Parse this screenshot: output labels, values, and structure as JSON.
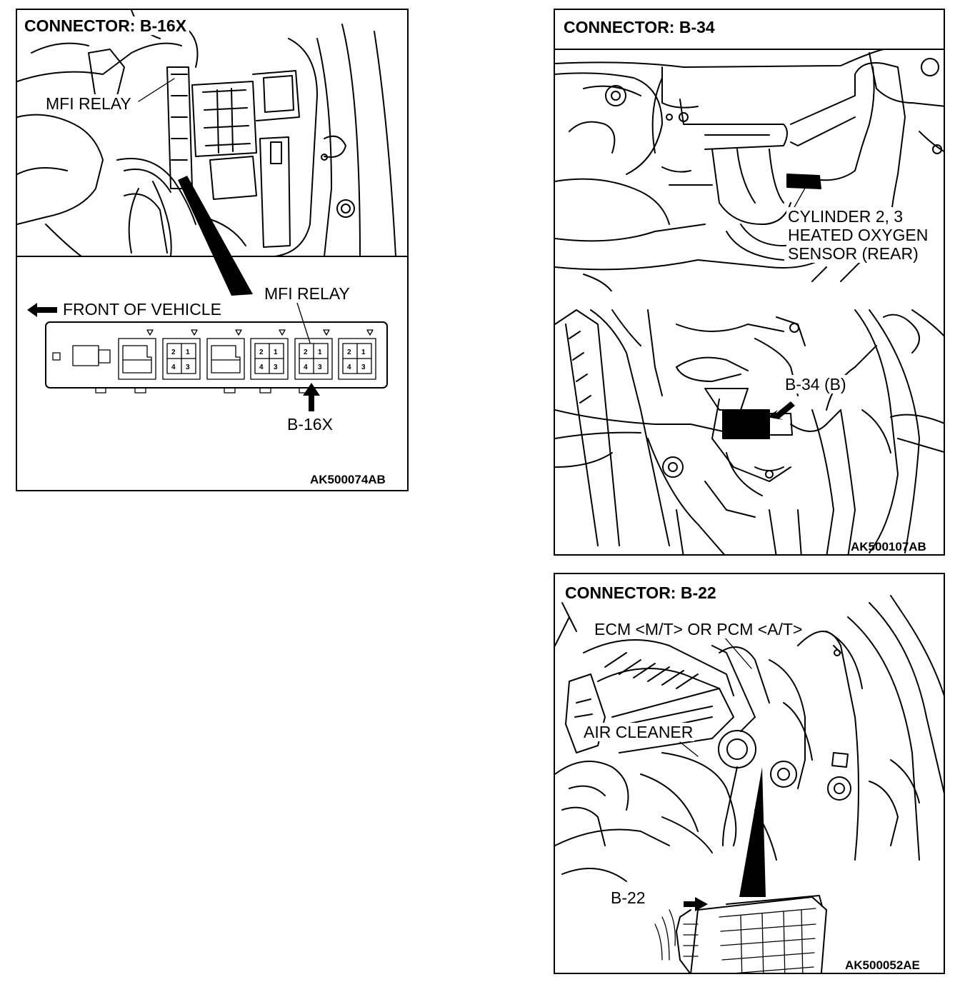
{
  "panels": [
    {
      "title": "CONNECTOR: B-16X",
      "code": "AK500074AB",
      "labels": {
        "relay_top": "MFI RELAY",
        "relay_bottom": "MFI RELAY",
        "front": "FRONT OF VEHICLE",
        "connector": "B-16X"
      },
      "pin_numbers": [
        "2",
        "1",
        "4",
        "3"
      ]
    },
    {
      "title": "CONNECTOR: B-34",
      "code": "AK500107AB",
      "labels": {
        "sensor": "CYLINDER 2, 3\nHEATED OXYGEN\nSENSOR (REAR)",
        "connector": "B-34 (B)"
      }
    },
    {
      "title": "CONNECTOR: B-22",
      "code": "AK500052AE",
      "labels": {
        "ecm": "ECM <M/T> OR PCM <A/T>",
        "air_cleaner": "AIR CLEANER",
        "connector": "B-22"
      }
    }
  ]
}
